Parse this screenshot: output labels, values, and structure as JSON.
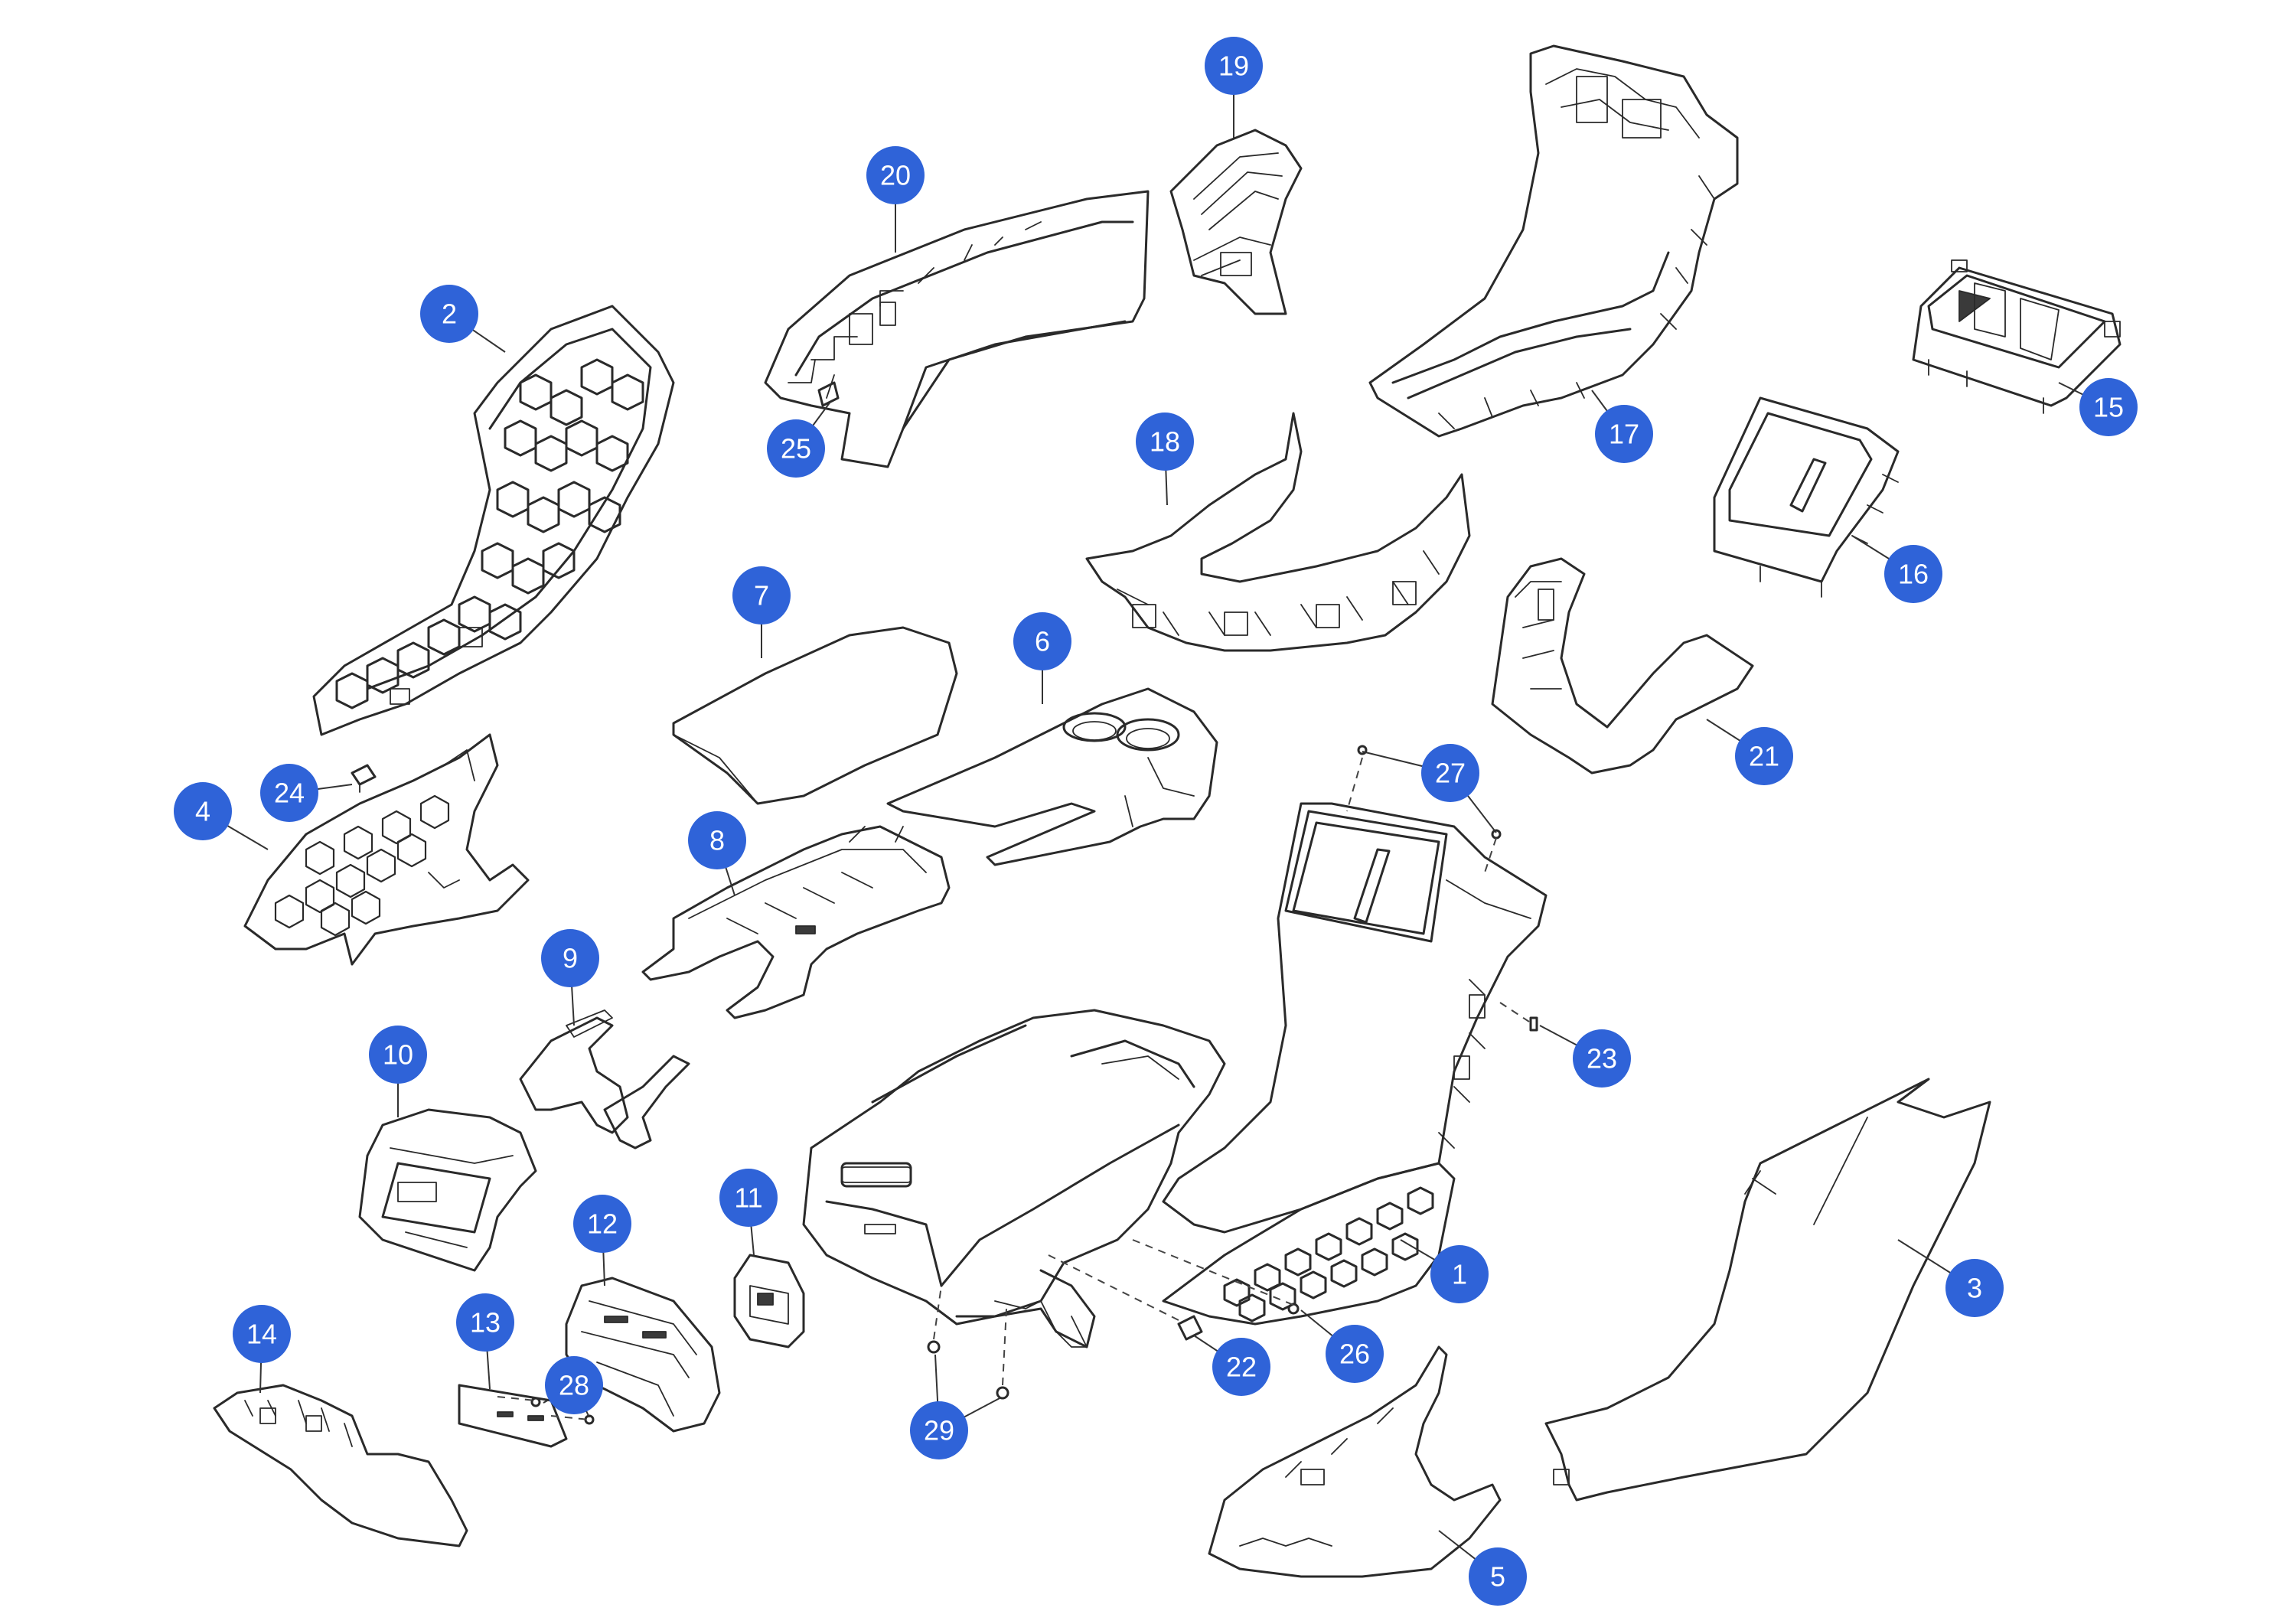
{
  "accent_color": "#2f63d8",
  "callouts": [
    "1",
    "2",
    "3",
    "4",
    "5",
    "6",
    "7",
    "8",
    "9",
    "10",
    "11",
    "12",
    "13",
    "14",
    "15",
    "16",
    "17",
    "18",
    "19",
    "20",
    "21",
    "22",
    "23",
    "24",
    "25",
    "26",
    "27",
    "28",
    "29"
  ]
}
